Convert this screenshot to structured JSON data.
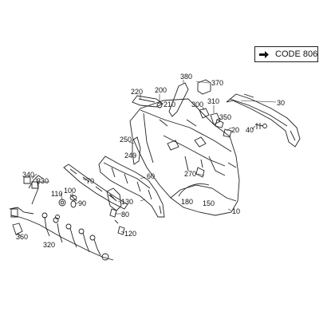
{
  "code_box": {
    "text": "CODE 806"
  },
  "callouts": {
    "n10": "10",
    "n20": "20",
    "n30": "30",
    "n40": "40",
    "n60": "60",
    "n70": "70",
    "n80": "80",
    "n90": "90",
    "n100": "100",
    "n110": "110",
    "n120": "120",
    "n130": "130",
    "n150": "150",
    "n180": "180",
    "n200": "200",
    "n210": "210",
    "n220": "220",
    "n240": "240",
    "n250": "250",
    "n270": "270",
    "n300": "300",
    "n310": "310",
    "n320": "320",
    "n330": "330",
    "n340": "340",
    "n350": "350",
    "n360": "360",
    "n370": "370",
    "n380": "380"
  }
}
